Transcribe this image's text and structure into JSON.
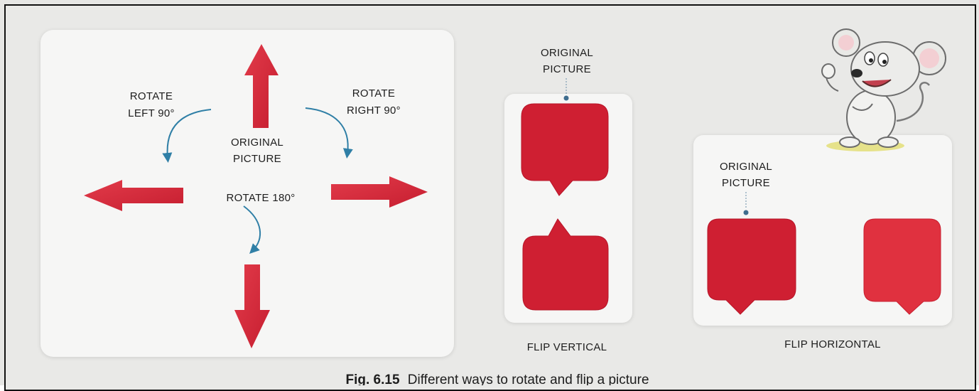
{
  "rotate": {
    "original_l1": "ORIGINAL",
    "original_l2": "PICTURE",
    "left_l1": "ROTATE",
    "left_l2": "LEFT 90°",
    "right_l1": "ROTATE",
    "right_l2": "RIGHT 90°",
    "r180": "ROTATE 180°"
  },
  "flip_vertical": {
    "original_l1": "ORIGINAL",
    "original_l2": "PICTURE",
    "label": "FLIP VERTICAL"
  },
  "flip_horizontal": {
    "original_l1": "ORIGINAL",
    "original_l2": "PICTURE",
    "label": "FLIP HORIZONTAL"
  },
  "caption": {
    "fig": "Fig. 6.15",
    "text": "Different ways to rotate and flip a picture"
  },
  "colors": {
    "arrow_red": "#d42a3a",
    "bubble_red": "#cf1f32",
    "curve_blue": "#2f7fa6"
  },
  "icons": [
    "arrow-up-icon",
    "arrow-left-icon",
    "arrow-right-icon",
    "arrow-down-icon",
    "mouse-cartoon"
  ]
}
